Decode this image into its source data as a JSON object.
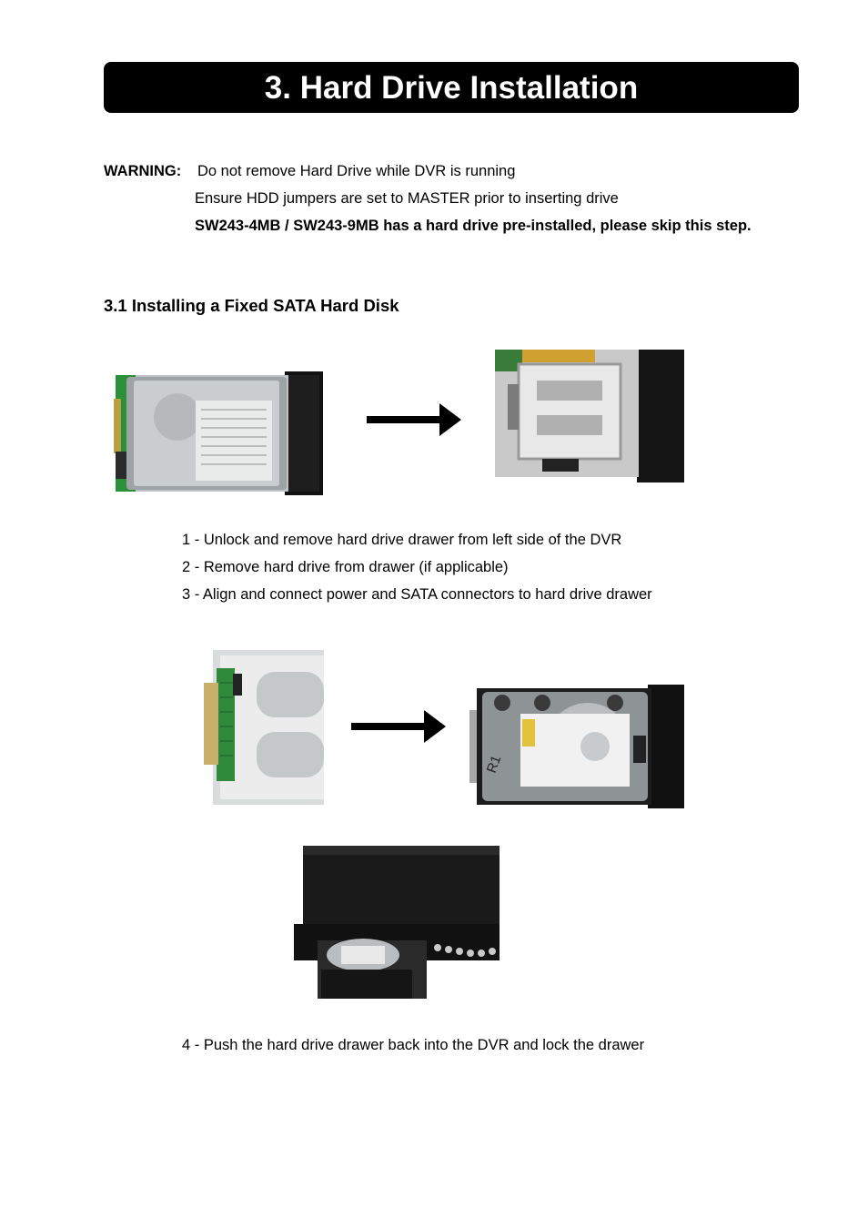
{
  "page": {
    "title": "3. Hard Drive Installation"
  },
  "warning": {
    "label": "WARNING:",
    "lines": [
      "Do not remove Hard Drive while DVR is running",
      "Ensure HDD jumpers are set to MASTER prior to inserting drive",
      "SW243-4MB / SW243-9MB has a hard drive pre-installed, please skip this step."
    ]
  },
  "section": {
    "heading": "3.1 Installing a Fixed SATA Hard Disk"
  },
  "steps": [
    "1 - Unlock and remove hard drive drawer from left side of the DVR",
    "2 - Remove hard drive from drawer (if applicable)",
    "3 - Align and connect power and SATA connectors to hard drive drawer",
    "4 - Push the hard drive drawer back into the DVR and lock the drawer"
  ],
  "photo_annotation": "R1"
}
